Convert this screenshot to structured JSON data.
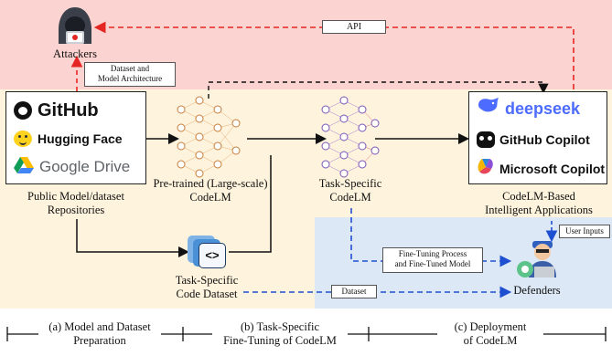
{
  "attackers": {
    "label": "Attackers"
  },
  "defenders": {
    "label": "Defenders"
  },
  "tags": {
    "api": "API",
    "dataset_arch_line1": "Dataset and",
    "dataset_arch_line2": "Model Architecture",
    "user_inputs": "User Inputs",
    "finetune_line1": "Fine-Tuning Process",
    "finetune_line2": "and Fine-Tuned Model",
    "dataset": "Dataset"
  },
  "repositories": {
    "items": [
      "GitHub",
      "Hugging Face",
      "Google Drive"
    ],
    "caption_line1": "Public Model/dataset",
    "caption_line2": "Repositories"
  },
  "pretrained": {
    "line1": "Pre-trained (Large-scale)",
    "line2": "CodeLM"
  },
  "task_specific_lm": {
    "line1": "Task-Specific",
    "line2": "CodeLM"
  },
  "task_dataset": {
    "line1": "Task-Specific",
    "line2": "Code Dataset",
    "icon_glyph": "<>"
  },
  "applications": {
    "items": [
      "deepseek",
      "GitHub Copilot",
      "Microsoft Copilot"
    ],
    "caption_line1": "CodeLM-Based",
    "caption_line2": "Intelligent Applications"
  },
  "stages": [
    {
      "line1": "(a) Model and Dataset",
      "line2": "Preparation"
    },
    {
      "line1": "(b) Task-Specific",
      "line2": "Fine-Tuning of CodeLM"
    },
    {
      "line1": "(c) Deployment",
      "line2": "of CodeLM"
    }
  ],
  "colors": {
    "attack_zone": "#fbd3d1",
    "prep_zone": "#fef3dc",
    "defense_zone": "#dde8f6",
    "attack_arrow": "#e52521",
    "defense_arrow": "#1f4fd1",
    "black_arrow": "#111111"
  }
}
